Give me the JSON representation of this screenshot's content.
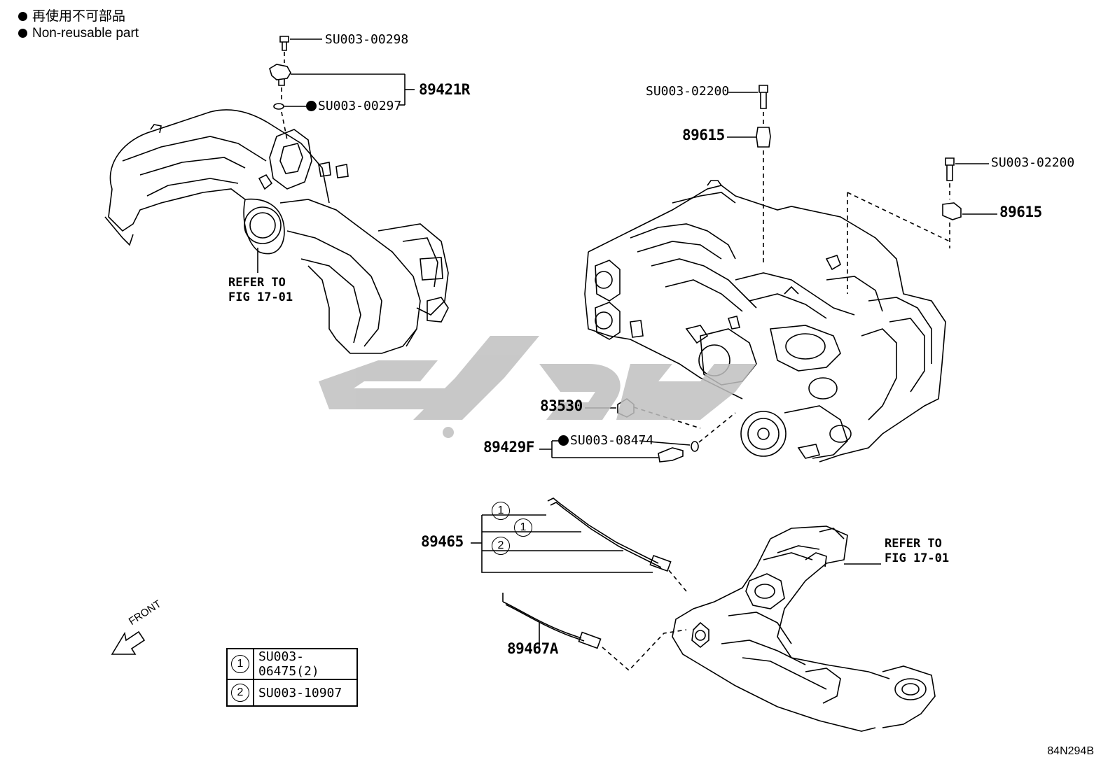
{
  "legend": {
    "line1": "再使用不可部品",
    "line2": "Non-reusable part"
  },
  "parts": {
    "bolt_top": "SU003-00298",
    "sensor_assy": "89421R",
    "gasket_top": "SU003-00297",
    "bolt_right1": "SU003-02200",
    "sensor_89615_a": "89615",
    "bolt_right2": "SU003-02200",
    "sensor_89615_b": "89615",
    "switch_83530": "83530",
    "oring": "SU003-08474",
    "sensor_89429F": "89429F",
    "oxygen_sensor": "89465",
    "oxygen_sensor_2": "89467A"
  },
  "refer_left": "REFER TO\nFIG 17-01",
  "refer_right": "REFER TO\nFIG 17-01",
  "front_label": "FRONT",
  "callouts": [
    "1",
    "1",
    "2"
  ],
  "table": {
    "rows": [
      {
        "num": "1",
        "part": "SU003-06475(2)"
      },
      {
        "num": "2",
        "part": "SU003-10907"
      }
    ]
  },
  "figure_code": "84N294B"
}
